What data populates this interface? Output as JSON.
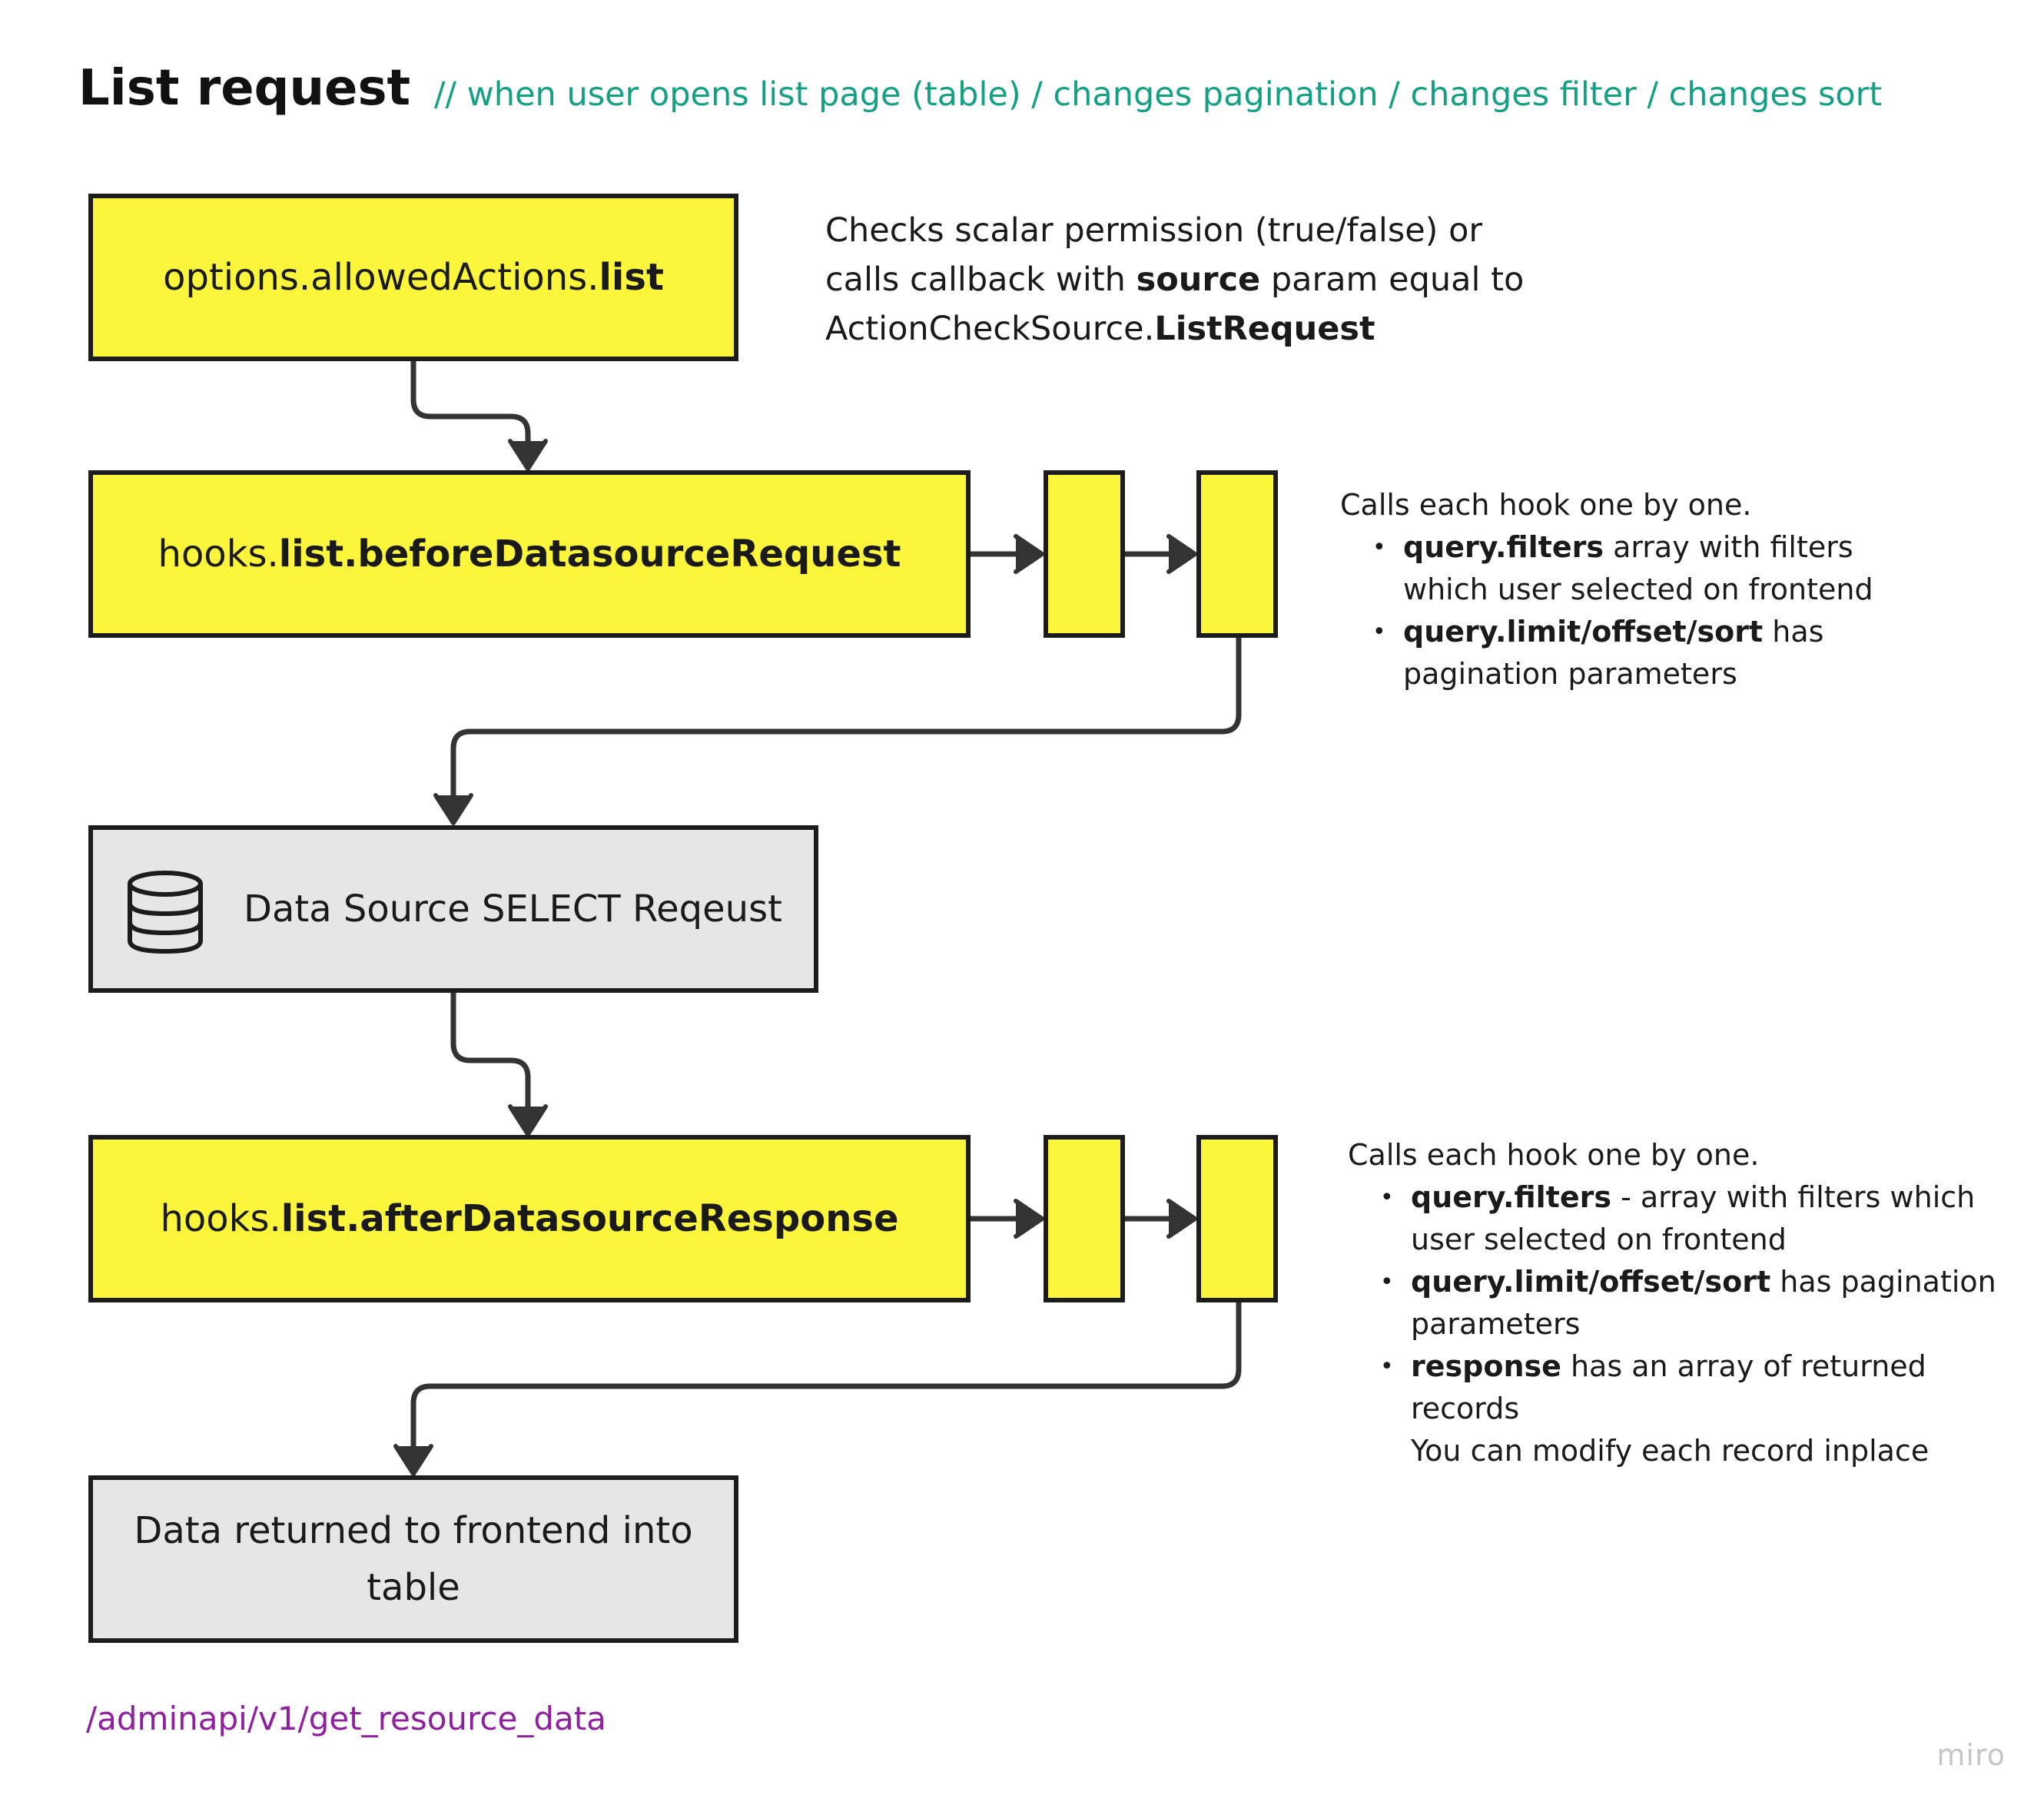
{
  "title": "List request",
  "subtitle": "// when user opens list page (table) / changes pagination / changes filter / changes sort",
  "nodes": {
    "allowed": {
      "plain": "options.allowedActions.",
      "bold": "list"
    },
    "before": {
      "plain": "hooks.",
      "bold": "list.beforeDatasourceRequest"
    },
    "select": {
      "label": "Data Source SELECT Reqeust",
      "icon": "database-icon"
    },
    "after": {
      "plain": "hooks.",
      "bold": "list.afterDatasourceResponse"
    },
    "returned": {
      "label": "Data returned to frontend into table"
    }
  },
  "notes": {
    "allowed": {
      "line1": "Checks scalar permission (true/false) or",
      "line2_prefix": "calls callback with ",
      "line2_bold": "source",
      "line2_suffix": " param equal to",
      "line3_prefix": "ActionCheckSource.",
      "line3_bold": "ListRequest"
    },
    "before": {
      "lead": "Calls each hook one by one.",
      "b1_bold": "query.filters",
      "b1_line1": " array with filters",
      "b1_line2": "which user selected on frontend",
      "b2_bold": "query.limit/offset/sort",
      "b2_line1": " has",
      "b2_line2": "pagination parameters"
    },
    "after": {
      "lead": "Calls each hook one by one.",
      "b1_bold": "query.filters",
      "b1_line1": " - array with filters which",
      "b1_line2": "user selected on frontend",
      "b2_bold": "query.limit/offset/sort",
      "b2_line1": " has pagination",
      "b2_line2": "parameters",
      "b3_bold": "response",
      "b3_line1": " has an array of returned",
      "b3_line2": "records",
      "b3_line3": "You can modify each record inplace"
    }
  },
  "endpoint": "/adminapi/v1/get_resource_data",
  "brand": "miro",
  "colors": {
    "hook_fill": "#fbf53b",
    "data_fill": "#e6e6e6",
    "stroke": "#1c1c1c",
    "connector": "#333333",
    "comment": "#13a085",
    "endpoint": "#8e1f9e",
    "brand": "#c6c6c6"
  }
}
